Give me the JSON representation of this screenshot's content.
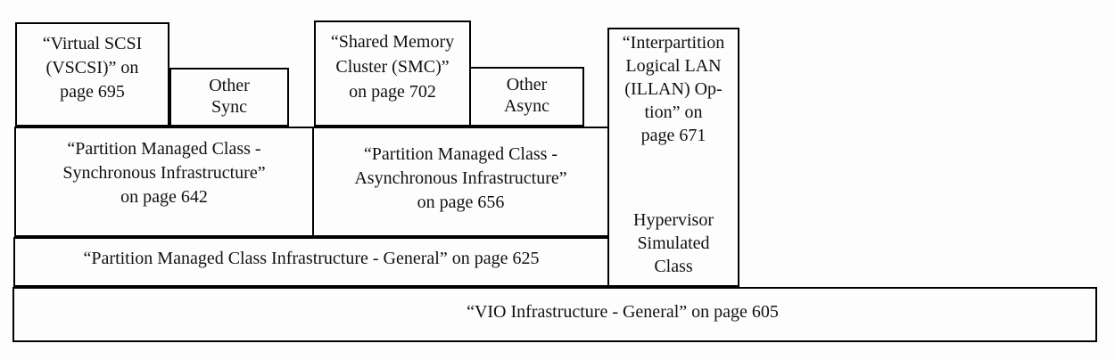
{
  "colors": {
    "background": "#fdfdfd",
    "border": "#000000",
    "text": "#111111"
  },
  "diagram": {
    "description": "Nested box hierarchy of VIO infrastructure classes",
    "boxes": {
      "vscsi": {
        "label": "“Virtual SCSI\n(VSCSI)” on\npage 695",
        "page": "695"
      },
      "other_sync": {
        "label": "Other\nSync"
      },
      "smc": {
        "label": "“Shared Memory\nCluster (SMC)”\non page 702",
        "page": "702"
      },
      "other_async": {
        "label": "Other\nAsync"
      },
      "illan": {
        "label": "“Interpartition\nLogical LAN\n(ILLAN) Op-\ntion” on\npage 671",
        "page": "671",
        "hypervisor_label": "Hypervisor\nSimulated\nClass"
      },
      "sync_infra": {
        "label": "“Partition Managed Class -\nSynchronous Infrastructure”\non page 642",
        "page": "642"
      },
      "async_infra": {
        "label": "“Partition Managed Class -\nAsynchronous Infrastructure”\non page 656",
        "page": "656"
      },
      "general": {
        "label": "“Partition Managed Class Infrastructure - General” on page 625",
        "page": "625"
      },
      "vio": {
        "label": "“VIO Infrastructure - General” on page 605",
        "page": "605"
      }
    }
  }
}
